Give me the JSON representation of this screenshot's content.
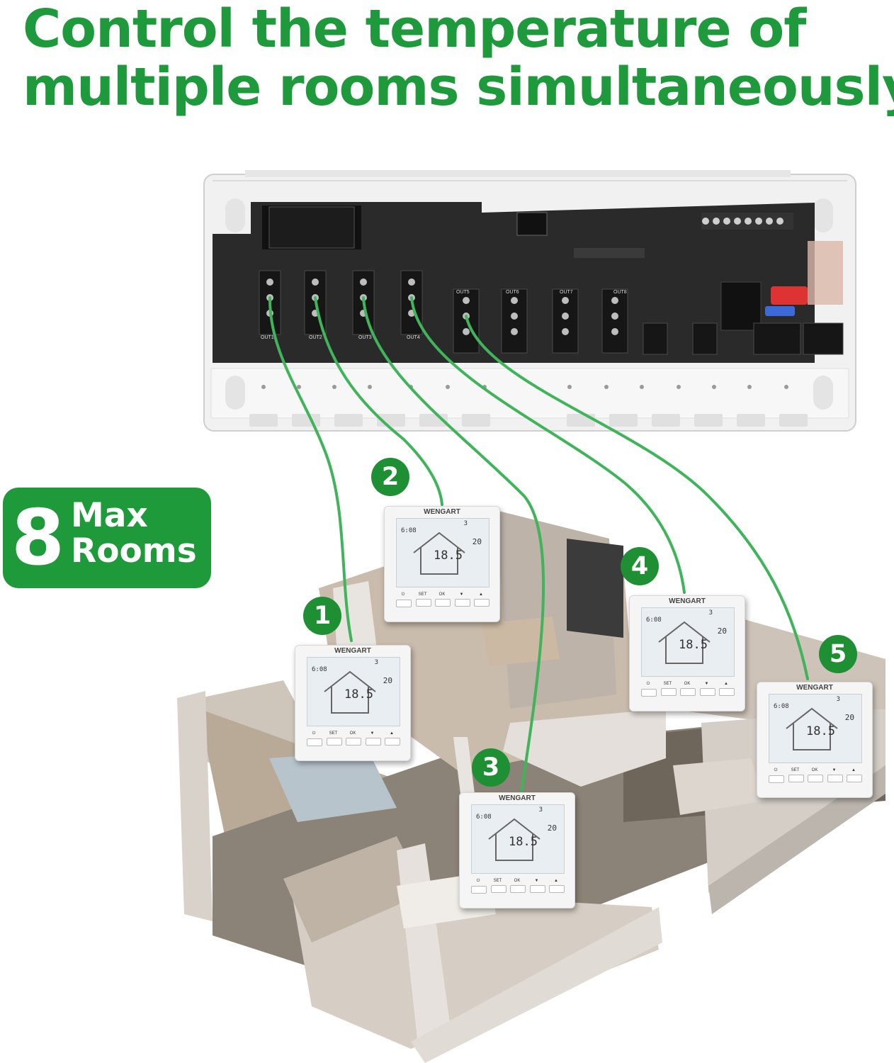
{
  "headline": {
    "line1": "Control the temperature of",
    "line2": "multiple rooms simultaneously"
  },
  "badge": {
    "number": "8",
    "line1": "Max",
    "line2": "Rooms"
  },
  "controller": {
    "outputs": [
      "OUT1",
      "OUT2",
      "OUT3",
      "OUT4",
      "OUT5",
      "OUT6",
      "OUT7",
      "OUT8"
    ]
  },
  "thermostats": [
    {
      "number": "1",
      "brand": "WENGART",
      "time": "6:08",
      "zone": "3",
      "temp": "18.5",
      "setpoint": "20",
      "buttons": [
        "⏻",
        "SET",
        "OK",
        "▼",
        "▲"
      ]
    },
    {
      "number": "2",
      "brand": "WENGART",
      "time": "6:08",
      "zone": "3",
      "temp": "18.5",
      "setpoint": "20",
      "buttons": [
        "⏻",
        "SET",
        "OK",
        "▼",
        "▲"
      ]
    },
    {
      "number": "3",
      "brand": "WENGART",
      "time": "6:08",
      "zone": "3",
      "temp": "18.5",
      "setpoint": "20",
      "buttons": [
        "⏻",
        "SET",
        "OK",
        "▼",
        "▲"
      ]
    },
    {
      "number": "4",
      "brand": "WENGART",
      "time": "6:08",
      "zone": "3",
      "temp": "18.5",
      "setpoint": "20",
      "buttons": [
        "⏻",
        "SET",
        "OK",
        "▼",
        "▲"
      ]
    },
    {
      "number": "5",
      "brand": "WENGART",
      "time": "6:08",
      "zone": "3",
      "temp": "18.5",
      "setpoint": "20",
      "buttons": [
        "⏻",
        "SET",
        "OK",
        "▼",
        "▲"
      ]
    }
  ],
  "colors": {
    "accent": "#1f9a3b",
    "wire": "#3fb45a",
    "board": "#2b2b2b",
    "housing": "#f1f1f1"
  }
}
